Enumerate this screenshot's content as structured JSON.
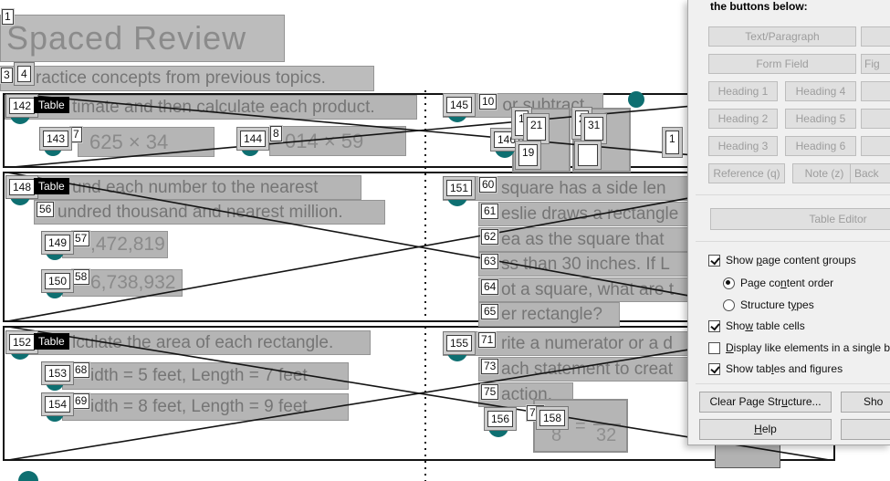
{
  "colors": {
    "accent_teal": "#0e6f71",
    "highlight_gray": "#b5b5b5",
    "panel_bg": "#f0f0f0",
    "table_border": "#141414",
    "doc_text": "#757575"
  },
  "document": {
    "title": {
      "tag": "1",
      "text": "Spaced Review"
    },
    "intro": {
      "tag_a": "3",
      "tag_b": "4",
      "text": "ractice concepts from previous topics."
    },
    "s1l": {
      "tag": "142",
      "type_label": "Table",
      "header": "timate and then calculate each product.",
      "item1": {
        "tag": "143",
        "sub": "7",
        "text": "625 × 34"
      },
      "item2": {
        "tag": "144",
        "sub": "8",
        "text": "014 × 59"
      }
    },
    "s1r": {
      "tag": "145",
      "sub": "10",
      "header": "dd or subtract.",
      "cluster": {
        "tag": "146",
        "m1": "1",
        "m2": "21",
        "m3": "19",
        "m4": "2",
        "m5": "31"
      },
      "partial_tag": "1"
    },
    "s2l": {
      "tag": "148",
      "type_label": "Table",
      "header1": "und each number to the nearest",
      "sub1": "56",
      "header2": "undred thousand and nearest million.",
      "item1": {
        "tag": "149",
        "sub": "57",
        "text": ",472,819"
      },
      "item2": {
        "tag": "150",
        "sub": "58",
        "text": "6,738,932"
      }
    },
    "s2r": {
      "tag": "151",
      "lines": [
        {
          "sub": "60",
          "text": "square has a side len"
        },
        {
          "sub": "61",
          "text": "eslie draws a rectangle"
        },
        {
          "sub": "62",
          "text": "ea as the square that"
        },
        {
          "sub": "63",
          "text": "ss than 30 inches. If L"
        },
        {
          "sub": "64",
          "text": "ot a square, what are t"
        },
        {
          "sub": "65",
          "text": "er rectangle?"
        }
      ]
    },
    "s3l": {
      "tag": "152",
      "type_label": "Table",
      "header": "lculate the area of each rectangle.",
      "item1": {
        "tag": "153",
        "sub": "68",
        "text": "idth = 5 feet, Length = 7 feet"
      },
      "item2": {
        "tag": "154",
        "sub": "69",
        "text": "idth = 8 feet, Length = 9 feet"
      }
    },
    "s3r": {
      "tag": "155",
      "lines": [
        {
          "sub": "71",
          "text": "rite a numerator or a d"
        },
        {
          "sub": "73",
          "text": "ach statement to creat"
        },
        {
          "sub": "75",
          "text": "action."
        }
      ],
      "fraction": {
        "tag_a": "156",
        "tag_b": "76",
        "tag_c": "158",
        "den1": "8",
        "eq": "=",
        "den2": "32"
      }
    }
  },
  "panel": {
    "intro": "the buttons below:",
    "buttons": {
      "text_paragraph": "Text/Paragraph",
      "form_field": "Form Field",
      "fig_partial": "Fig",
      "h1": "Heading 1",
      "h2": "Heading 2",
      "h3": "Heading 3",
      "h4": "Heading 4",
      "h5": "Heading 5",
      "h6": "Heading 6",
      "reference": "Reference (q)",
      "note": "Note (z)",
      "back_partial": "Back",
      "table_editor": "Table Editor",
      "clear": {
        "pre": "Clear Page Str",
        "key": "u",
        "post": "cture..."
      },
      "show_partial": "Sho",
      "help": {
        "pre": "",
        "key": "H",
        "post": "elp"
      }
    },
    "options": [
      {
        "type": "checkbox",
        "checked": true,
        "pre": "Show ",
        "key": "p",
        "post": "age content groups"
      },
      {
        "type": "radio",
        "checked": true,
        "pre": "Page co",
        "key": "n",
        "post": "tent order"
      },
      {
        "type": "radio",
        "checked": false,
        "pre": "Structure t",
        "key": "y",
        "post": "pes"
      },
      {
        "type": "checkbox",
        "checked": true,
        "pre": "Sho",
        "key": "w",
        "post": " table cells"
      },
      {
        "type": "checkbox",
        "checked": false,
        "pre": "",
        "key": "D",
        "post": "isplay like elements in a single block"
      },
      {
        "type": "checkbox",
        "checked": true,
        "pre": "Show tab",
        "key": "l",
        "post": "es and figures"
      }
    ]
  }
}
